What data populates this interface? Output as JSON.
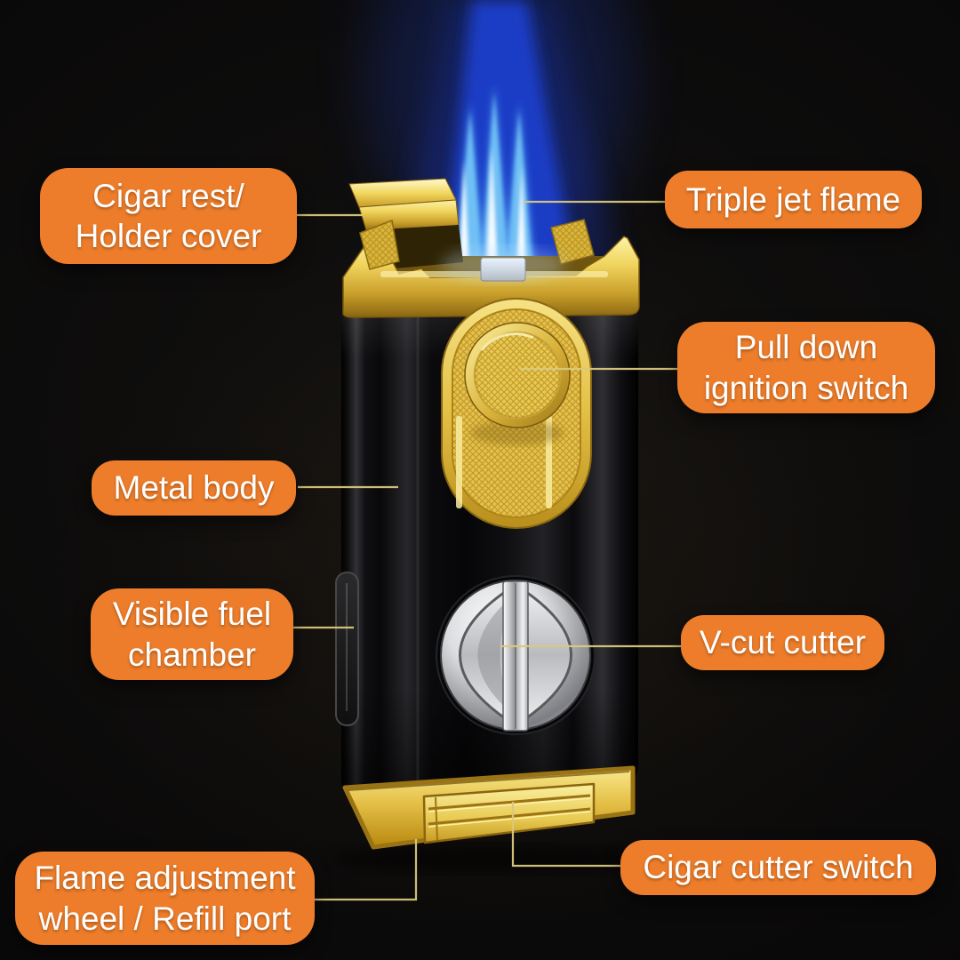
{
  "colors": {
    "background": "#0A0909",
    "label_bg": "#ED7D2A",
    "label_text": "#FFFFFF",
    "connector_line": "#D9C87E",
    "flame_outer_blue": "#1C40CF",
    "flame_inner_blue": "#6FC0F5",
    "flame_core": "#FFFFFF",
    "gold": "#E8C44C",
    "body_black": "#0B0B0D",
    "chrome": "#D9DADC"
  },
  "annotations": {
    "cigar_rest": {
      "label": "Cigar rest/\nHolder cover"
    },
    "triple_jet_flame": {
      "label": "Triple jet flame"
    },
    "pull_down_ignition": {
      "label": "Pull down\nignition switch"
    },
    "metal_body": {
      "label": "Metal body"
    },
    "visible_fuel_chamber": {
      "label": "Visible fuel\nchamber"
    },
    "v_cut_cutter": {
      "label": "V-cut cutter"
    },
    "flame_adjustment": {
      "label": "Flame adjustment\nwheel / Refill port"
    },
    "cigar_cutter_switch": {
      "label": "Cigar cutter switch"
    }
  }
}
